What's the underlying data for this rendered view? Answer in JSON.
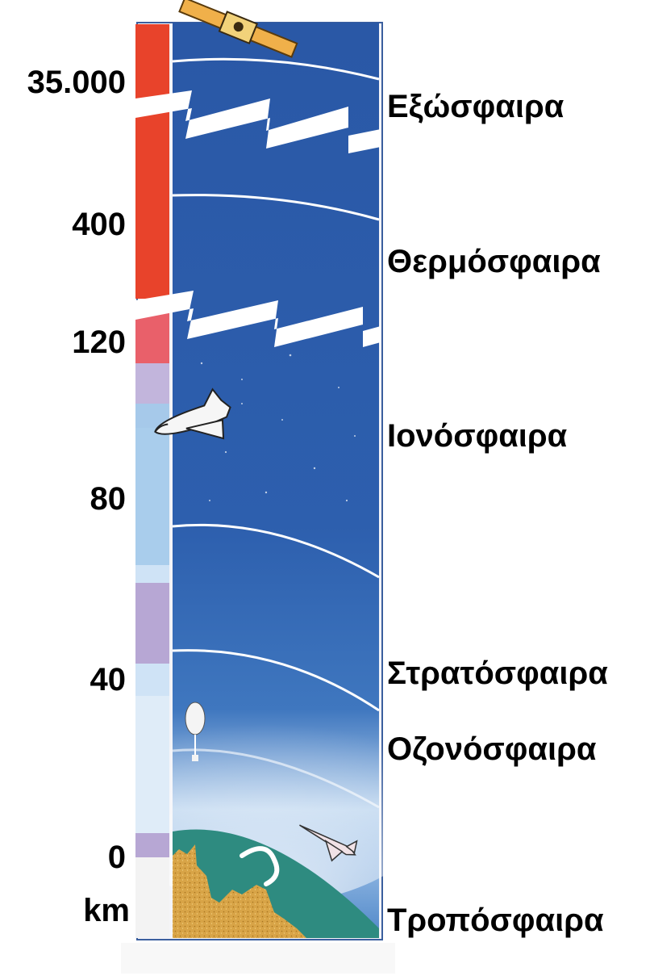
{
  "altitude_labels": [
    {
      "key": "exo",
      "text": "35.000"
    },
    {
      "key": "thermo",
      "text": "400"
    },
    {
      "key": "iono_top",
      "text": "120"
    },
    {
      "key": "iono",
      "text": "80"
    },
    {
      "key": "strato",
      "text": "40"
    },
    {
      "key": "ground",
      "text": "0"
    },
    {
      "key": "unit",
      "text": "km"
    }
  ],
  "layer_labels": [
    {
      "key": "exosphere",
      "text": "Εξώσφαιρα"
    },
    {
      "key": "thermosphere",
      "text": "Θερμόσφαιρα"
    },
    {
      "key": "ionosphere",
      "text": "Ιονόσφαιρα"
    },
    {
      "key": "stratosphere",
      "text": "Στρατόσφαιρα"
    },
    {
      "key": "ozonosphere",
      "text": "Οζονόσφαιρα"
    },
    {
      "key": "troposphere",
      "text": "Τροπόσφαιρα"
    }
  ],
  "icons": [
    "satellite-icon",
    "space-shuttle-icon",
    "weather-balloon-icon",
    "airplane-icon",
    "mountain-icon",
    "earth-icon"
  ],
  "colors": {
    "sky": "#2f5fae",
    "sky_light": "#c9def2",
    "temperature_hot": "#e8432b",
    "temperature_violet": "#b7a7d4",
    "temperature_cool": "#a9cdec",
    "mountain": "#d9a84a",
    "earth_sea": "#2e8b80"
  }
}
